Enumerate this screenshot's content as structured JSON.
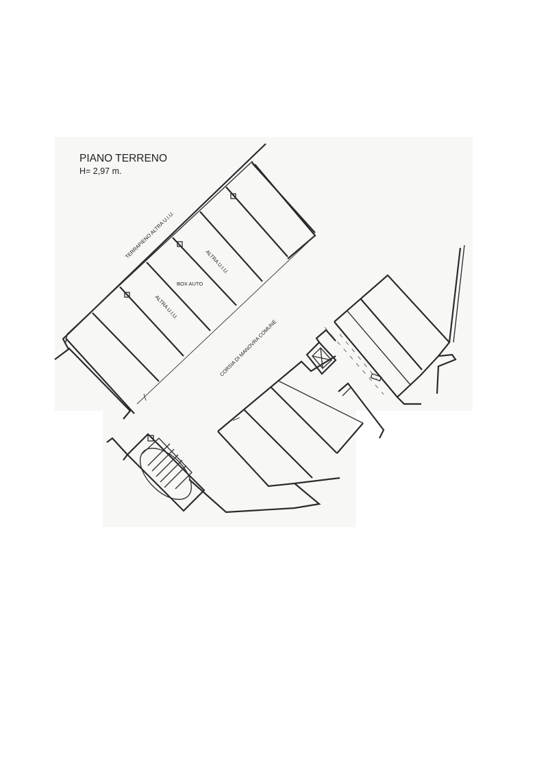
{
  "plan": {
    "title": "PIANO TERRENO",
    "height_note": "H= 2,97 m.",
    "labels": {
      "terrapieno": "TERRAPIENO ALTRA U.I.U.",
      "altra_uiu_upper": "ALTRA U.I.U.",
      "box_auto": "BOX AUTO",
      "altra_uiu_lower": "ALTRA U.I.U.",
      "corsia": "CORSIA DI MANOVRA COMUNE"
    }
  }
}
